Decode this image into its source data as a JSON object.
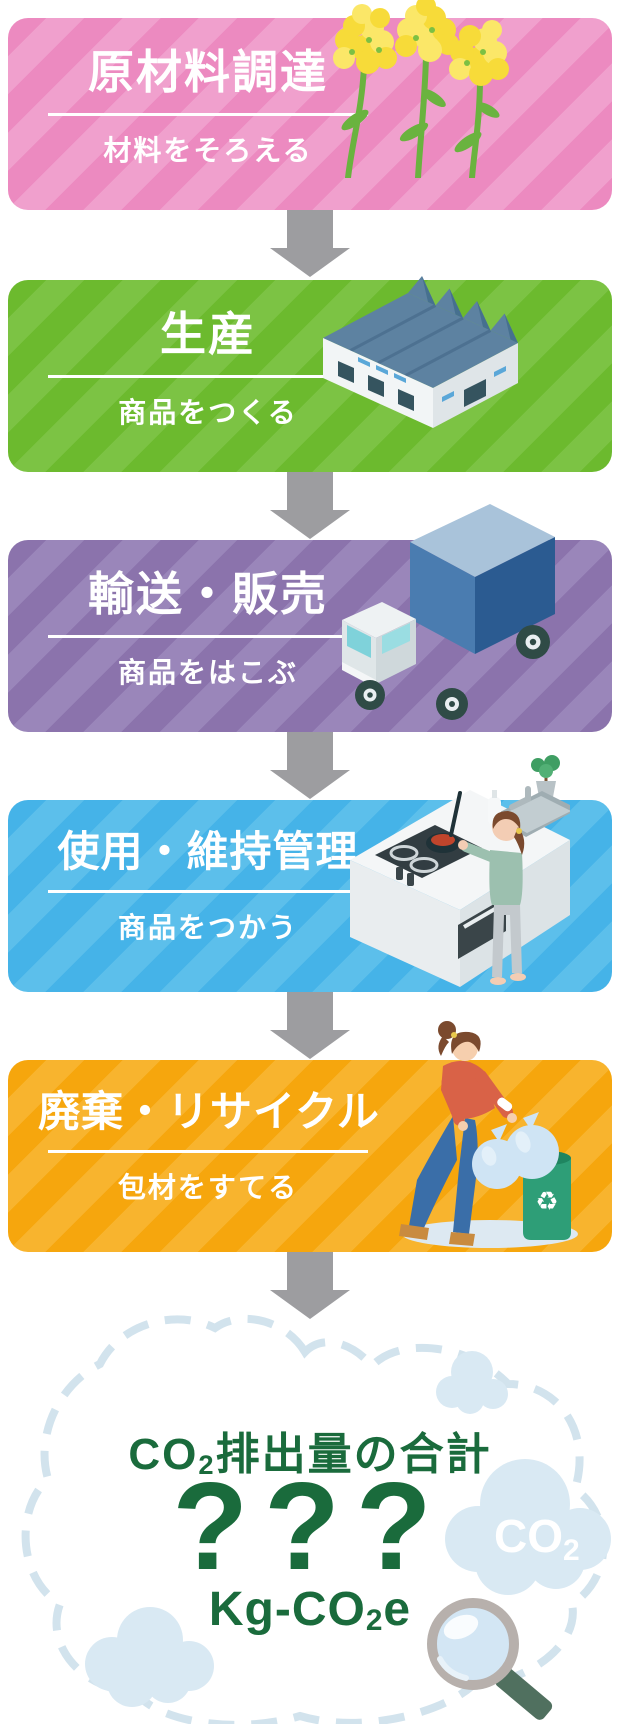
{
  "page": {
    "background": "#ffffff"
  },
  "flow": {
    "arrow_color": "#9d9da0",
    "steps": [
      {
        "title": "原材料調達",
        "subtitle": "材料をそろえる",
        "base_color": "#ec8ac0",
        "stripe_color": "#f0a0cd",
        "illustration": "rapeseed-flowers"
      },
      {
        "title": "生産",
        "subtitle": "商品をつくる",
        "base_color": "#6cba2e",
        "stripe_color": "#7cc344",
        "illustration": "factory"
      },
      {
        "title": "輸送・販売",
        "subtitle": "商品をはこぶ",
        "base_color": "#8b73ac",
        "stripe_color": "#9a86ba",
        "illustration": "delivery-truck"
      },
      {
        "title": "使用・維持管理",
        "subtitle": "商品をつかう",
        "base_color": "#45b3e8",
        "stripe_color": "#5cbfeb",
        "illustration": "kitchen"
      },
      {
        "title": "廃棄・リサイクル",
        "subtitle": "包材をすてる",
        "base_color": "#f6a60d",
        "stripe_color": "#f8b42e",
        "illustration": "trash-disposal"
      }
    ]
  },
  "summary": {
    "heading_prefix": "CO",
    "heading_subscript": "2",
    "heading_suffix": "排出量の合計",
    "value_placeholder": "???",
    "unit_prefix": "Kg-CO",
    "unit_subscript": "2",
    "unit_suffix": "e",
    "cloud_label_prefix": "CO",
    "cloud_label_subscript": "2",
    "text_color": "#1a6b3c",
    "cloud_fill": "#d9e9f3",
    "dash_color": "#d2e3ed"
  }
}
